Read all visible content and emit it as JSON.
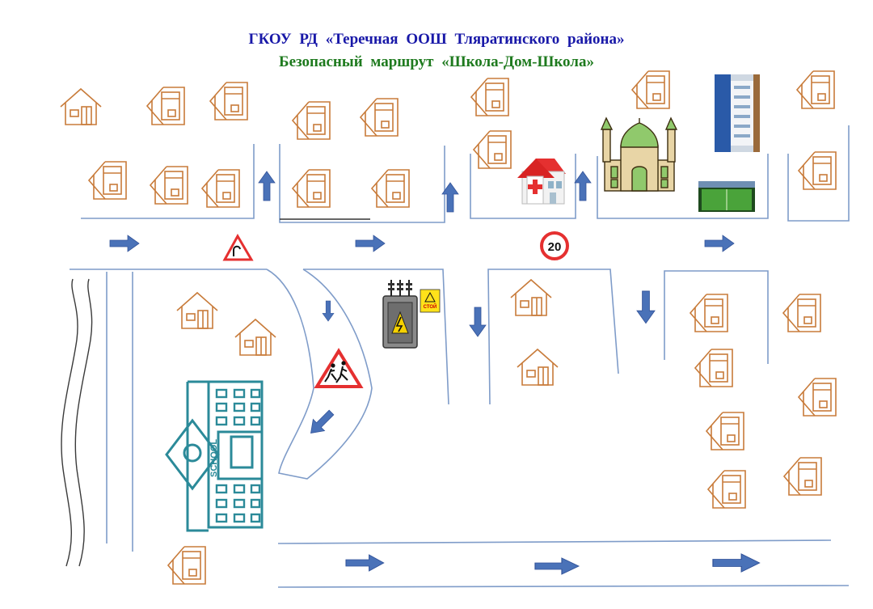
{
  "header": {
    "line1": "ГКОУ РД «Теречная ООШ Тляратинского района»",
    "line2": "Безопасный маршрут «Школа-Дом-Школа»"
  },
  "colors": {
    "title_blue": "#1818a8",
    "title_green": "#1e7a1e",
    "house": "#c87b3a",
    "road": "#7f9cc9",
    "arrow": "#4a72b8",
    "school": "#2b8a99",
    "sign_red": "#e53030"
  },
  "signs": {
    "speed_limit": "20",
    "stop_label": "СТОЙ",
    "school_label": "SCHOOL"
  },
  "icons": [
    "house-icon",
    "school-icon",
    "hospital-icon",
    "mosque-icon",
    "stadium-icon",
    "building-photo-icon",
    "transformer-icon",
    "curve-warning-sign",
    "children-crossing-sign",
    "speed-limit-sign",
    "direction-arrow",
    "river-icon"
  ]
}
